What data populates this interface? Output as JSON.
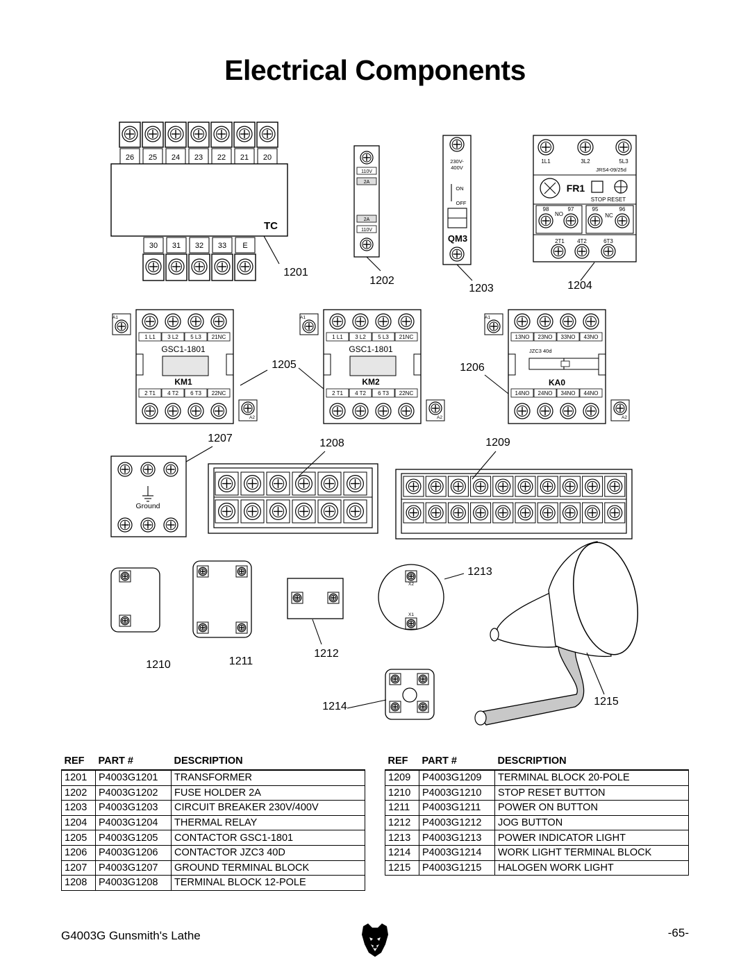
{
  "page_title": "Electrical Components",
  "labels": {
    "tc": "TC",
    "qm3": "QM3",
    "fr1": "FR1",
    "km1": "KM1",
    "km2": "KM2",
    "ka0": "KA0",
    "gsc1": "GSC1-1801",
    "gsc2": "GSC1-1801",
    "jzc3": "JZC3 40d",
    "ground": "Ground",
    "fuse_top1": "110V",
    "fuse_top2": "2A",
    "fuse_bot1": "2A",
    "fuse_bot2": "110V",
    "qm_volt1": "230V-",
    "qm_volt2": "400V",
    "qm_on": "ON",
    "qm_off": "OFF",
    "fr_model": "JRS4-09/25d",
    "fr_stop_reset": "STOP RESET",
    "fr_no": "NO",
    "fr_nc": "NC",
    "a1": "A1",
    "a2": "A2",
    "x1": "X1",
    "x2": "X2"
  },
  "tc_top_terminals": [
    "26",
    "25",
    "24",
    "23",
    "22",
    "21",
    "20"
  ],
  "tc_bottom_terminals": [
    "30",
    "31",
    "32",
    "33",
    "E"
  ],
  "fr_top_terminals": [
    "1L1",
    "3L2",
    "5L3"
  ],
  "fr_aux_terminals": [
    "98",
    "97",
    "95",
    "96"
  ],
  "fr_bottom_terminals": [
    "2T1",
    "4T2",
    "6T3"
  ],
  "km_top_terminals": [
    "1 L1",
    "3 L2",
    "5 L3",
    "21NC"
  ],
  "km_bottom_terminals": [
    "2 T1",
    "4 T2",
    "6 T3",
    "22NC"
  ],
  "ka_top_terminals": [
    "13NO",
    "23NO",
    "33NO",
    "43NO"
  ],
  "ka_bottom_terminals": [
    "14NO",
    "24NO",
    "34NO",
    "44NO"
  ],
  "callouts": [
    "1201",
    "1202",
    "1203",
    "1204",
    "1205",
    "1206",
    "1207",
    "1208",
    "1209",
    "1210",
    "1211",
    "1212",
    "1213",
    "1214",
    "1215"
  ],
  "table_headers": {
    "ref": "REF",
    "part": "PART #",
    "description": "DESCRIPTION"
  },
  "parts_left": [
    {
      "ref": "1201",
      "part": "P4003G1201",
      "description": "TRANSFORMER"
    },
    {
      "ref": "1202",
      "part": "P4003G1202",
      "description": "FUSE HOLDER 2A"
    },
    {
      "ref": "1203",
      "part": "P4003G1203",
      "description": "CIRCUIT BREAKER 230V/400V"
    },
    {
      "ref": "1204",
      "part": "P4003G1204",
      "description": "THERMAL RELAY"
    },
    {
      "ref": "1205",
      "part": "P4003G1205",
      "description": "CONTACTOR GSC1-1801"
    },
    {
      "ref": "1206",
      "part": "P4003G1206",
      "description": "CONTACTOR JZC3 40D"
    },
    {
      "ref": "1207",
      "part": "P4003G1207",
      "description": "GROUND TERMINAL BLOCK"
    },
    {
      "ref": "1208",
      "part": "P4003G1208",
      "description": "TERMINAL BLOCK 12-POLE"
    }
  ],
  "parts_right": [
    {
      "ref": "1209",
      "part": "P4003G1209",
      "description": "TERMINAL BLOCK 20-POLE"
    },
    {
      "ref": "1210",
      "part": "P4003G1210",
      "description": "STOP RESET BUTTON"
    },
    {
      "ref": "1211",
      "part": "P4003G1211",
      "description": "POWER ON BUTTON"
    },
    {
      "ref": "1212",
      "part": "P4003G1212",
      "description": "JOG BUTTON"
    },
    {
      "ref": "1213",
      "part": "P4003G1213",
      "description": "POWER INDICATOR LIGHT"
    },
    {
      "ref": "1214",
      "part": "P4003G1214",
      "description": "WORK LIGHT TERMINAL BLOCK"
    },
    {
      "ref": "1215",
      "part": "P4003G1215",
      "description": "HALOGEN WORK LIGHT"
    }
  ],
  "footer": {
    "left": "G4003G Gunsmith's Lathe",
    "right": "-65-"
  },
  "logo_icon": "bear-head-icon"
}
